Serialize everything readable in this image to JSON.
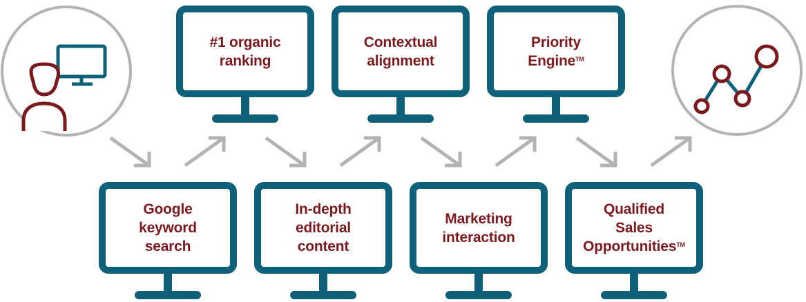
{
  "colors": {
    "teal": "#0e6178",
    "maroon": "#7a1a1f",
    "gray": "#b3b3b3"
  },
  "icons": {
    "start": "user-at-computer-icon",
    "end": "trend-line-icon"
  },
  "steps_bottom": [
    {
      "lines": [
        "Google",
        "keyword",
        "search"
      ]
    },
    {
      "lines": [
        "In-depth",
        "editorial",
        "content"
      ]
    },
    {
      "lines": [
        "Marketing",
        "interaction"
      ]
    },
    {
      "lines": [
        "Qualified",
        "Sales",
        "Opportunities"
      ],
      "tm": "TM"
    }
  ],
  "steps_top": [
    {
      "lines": [
        "#1 organic",
        "ranking"
      ]
    },
    {
      "lines": [
        "Contextual",
        "alignment"
      ]
    },
    {
      "lines": [
        "Priority",
        "Engine"
      ],
      "tm": "TM"
    }
  ]
}
